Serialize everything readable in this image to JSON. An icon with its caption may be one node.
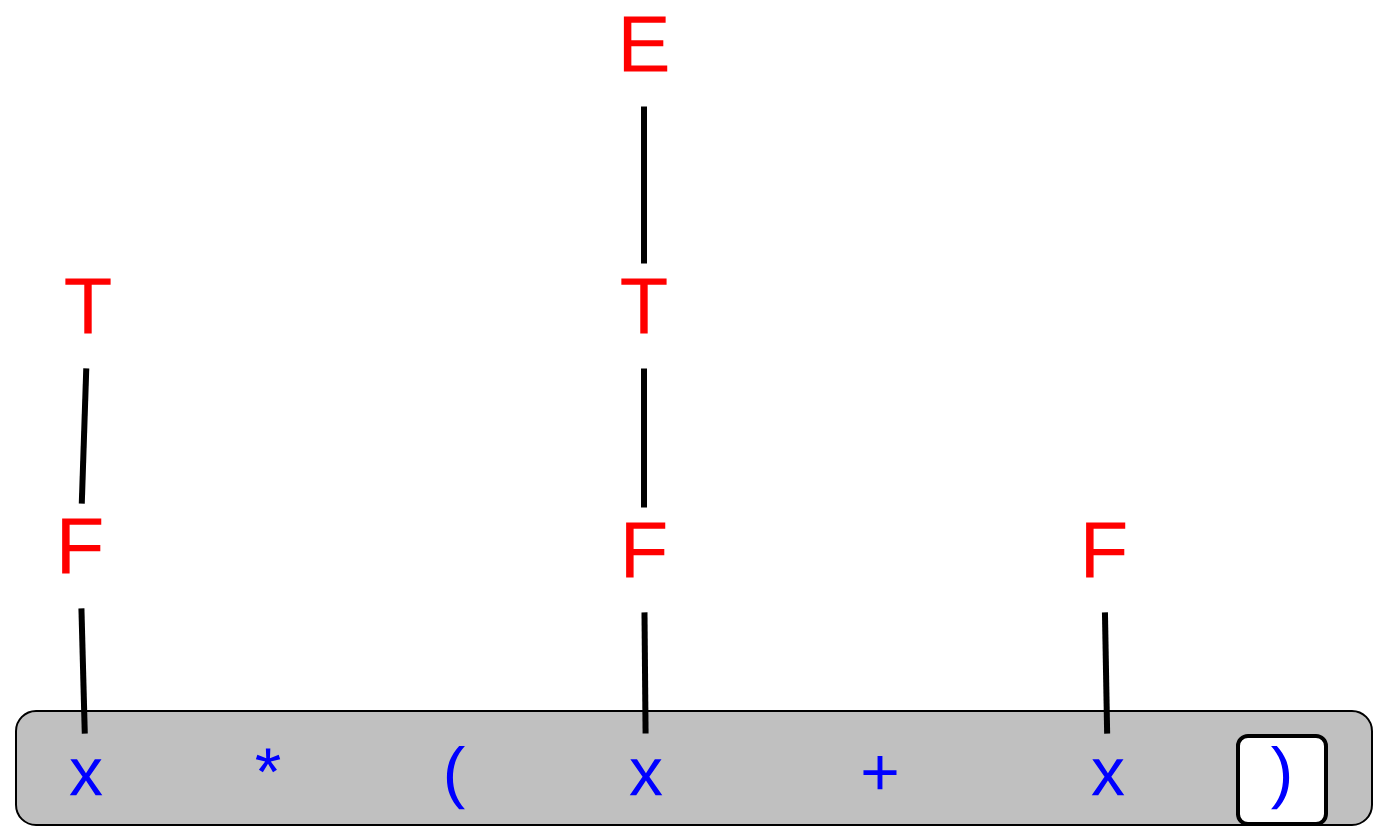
{
  "diagram": {
    "nodes": [
      {
        "text": [
          "E"
        ]
      },
      {
        "text": [
          "T"
        ]
      },
      {
        "text": [
          "T"
        ]
      },
      {
        "text": [
          "F"
        ]
      },
      {
        "text": [
          "F"
        ]
      },
      {
        "text": [
          "F"
        ]
      },
      {
        "text": [],
        "shape": "box"
      },
      {
        "text": [
          "x"
        ],
        "in": 6
      },
      {
        "text": [
          "*"
        ],
        "in": 6
      },
      {
        "text": [
          "("
        ],
        "in": 6
      },
      {
        "text": [
          "x"
        ],
        "in": 6
      },
      {
        "text": [
          "+"
        ],
        "in": 6
      },
      {
        "text": [
          "x"
        ],
        "in": 6
      },
      {
        "text": [
          ")"
        ],
        "in": 6
      }
    ],
    "edges": [
      {
        "from": 0,
        "to": 2,
        "arrow": "none"
      },
      {
        "from": 1,
        "to": 3,
        "arrow": "none"
      },
      {
        "from": 2,
        "to": 4,
        "arrow": "none"
      },
      {
        "from": 3,
        "to": 7,
        "arrow": "none"
      },
      {
        "from": 4,
        "to": 10,
        "arrow": "none"
      },
      {
        "from": 5,
        "to": 12,
        "arrow": "none"
      }
    ]
  }
}
